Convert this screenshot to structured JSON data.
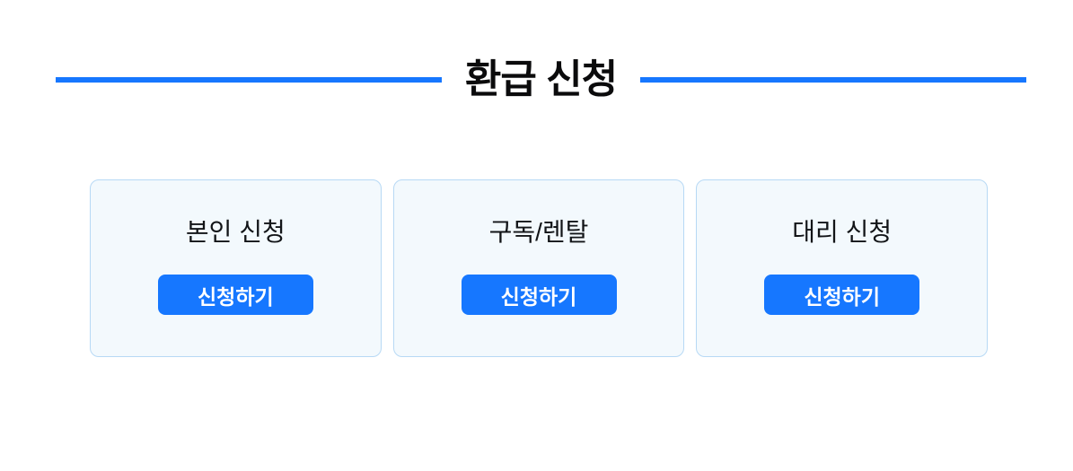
{
  "header": {
    "title": "환급 신청"
  },
  "cards": [
    {
      "title": "본인 신청",
      "button_label": "신청하기"
    },
    {
      "title": "구독/렌탈",
      "button_label": "신청하기"
    },
    {
      "title": "대리 신청",
      "button_label": "신청하기"
    }
  ],
  "colors": {
    "accent_blue": "#1677ff",
    "card_background": "#f3f9fd",
    "card_border": "#b7d9f5",
    "title_text": "#0b0b0c",
    "card_title_text": "#121417",
    "button_text": "#ffffff",
    "page_background": "#ffffff"
  }
}
